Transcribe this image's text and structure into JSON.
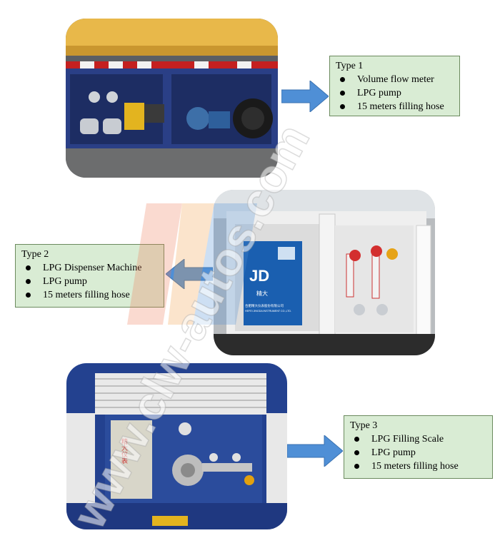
{
  "sections": [
    {
      "title": "Type 1",
      "items": [
        "Volume flow meter",
        "LPG pump",
        "15 meters filling hose"
      ]
    },
    {
      "title": "Type 2",
      "items": [
        "LPG Dispenser Machine",
        "LPG pump",
        "15 meters filling hose"
      ]
    },
    {
      "title": "Type 3",
      "items": [
        "LPG Filling Scale",
        "LPG pump",
        "15 meters filling hose"
      ]
    }
  ],
  "photo2_labels": {
    "brand": "精大",
    "company": "合肥精大仪表股份有限公司",
    "company_en": "HEFEI JINGDA INSTRUMENT CO.,LTD."
  },
  "photo3_label": "精大仪表",
  "watermark": "www.clw-autos.com",
  "colors": {
    "card_bg": "#d9ecd4",
    "arrow": "#4f8fd6",
    "truck_blue": "#23418f"
  }
}
